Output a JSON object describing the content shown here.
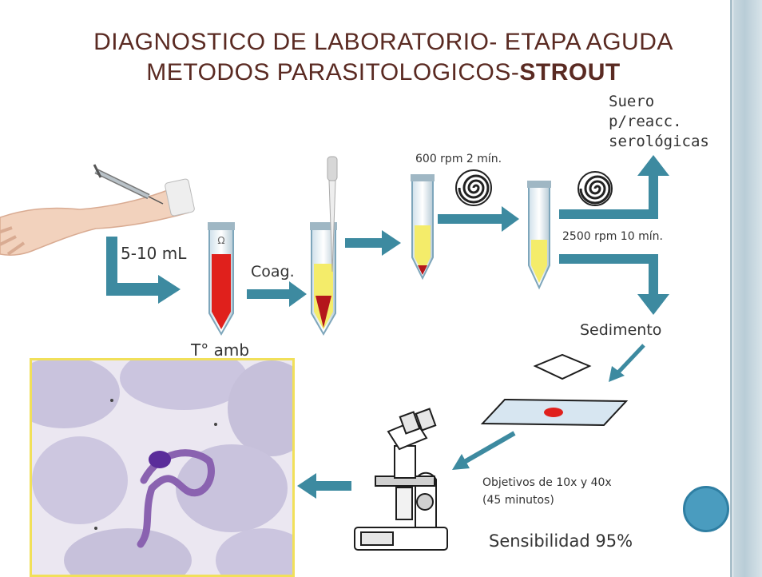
{
  "title": {
    "line1": "DIAGNOSTICO DE LABORATORIO- ETAPA AGUDA",
    "line2_prefix": "METODOS PARASITOLOGICOS-",
    "line2_bold": "STROUT"
  },
  "labels": {
    "volume": "5-10 mL",
    "coag": "Coag.",
    "temp": "T° amb",
    "spin1": "600 rpm 2 mín.",
    "spin2": "2500 rpm 10 mín.",
    "suero_line1": "Suero",
    "suero_line2": "p/reacc.",
    "suero_line3": "serológicas",
    "sedimento": "Sedimento",
    "objetivos_line1": "Objetivos de 10x y 40x",
    "objetivos_line2": "(45 minutos)",
    "sensibilidad": "Sensibilidad 95%"
  },
  "colors": {
    "arrow": "#3d8aa0",
    "title": "#5a2a22",
    "blood": "#e0201c",
    "serum": "#f4ec6a",
    "sidebar": "#c9d8e0",
    "corner_dot": "#4a9cbf"
  },
  "icons": [
    "arm-syringe-icon",
    "test-tube-icon",
    "pipette-icon",
    "centrifuge-spiral-icon",
    "slide-icon",
    "coverslip-icon",
    "microscope-icon",
    "trypanosome-micrograph"
  ]
}
